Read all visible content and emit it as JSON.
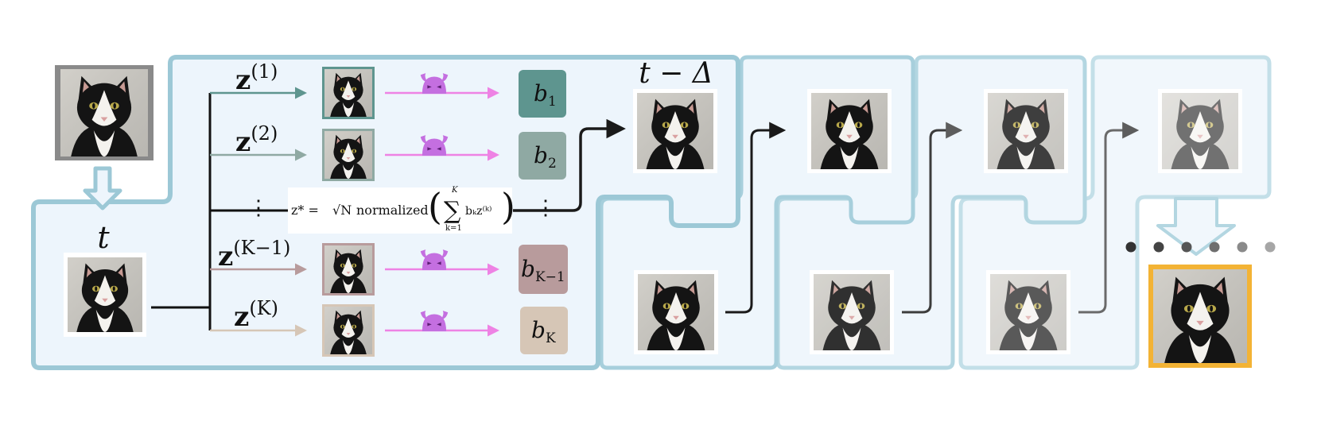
{
  "labels": {
    "t": "t",
    "t_minus_delta": "t − Δ",
    "z_symbol": "z",
    "z_sup_1": "(1)",
    "z_sup_2": "(2)",
    "z_sup_km1": "(K−1)",
    "z_sup_k": "(K)",
    "vdots": "⋮",
    "ellipsis_dots": "● ● ● ● ● ●"
  },
  "boxes": {
    "b1": {
      "base": "b",
      "sub": "1",
      "color": "#5e958f"
    },
    "b2": {
      "base": "b",
      "sub": "2",
      "color": "#8fa9a3"
    },
    "bkm1": {
      "base": "b",
      "sub": "K−1",
      "color": "#b89b9c"
    },
    "bk": {
      "base": "b",
      "sub": "K",
      "color": "#d6c6b6"
    }
  },
  "formula": {
    "lhs": "z* =",
    "sqrt_n": "√N",
    "normalized": "normalized",
    "sum": "∑",
    "sum_upper": "K",
    "sum_lower": "k=1",
    "term": "bₖz⁽ᵏ⁾"
  },
  "colors": {
    "panel_fill": "#edf5fc",
    "panel_stroke_1": "#9cc8d6",
    "panel_stroke_2": "#a7cfdc",
    "panel_stroke_3": "#b3d6e1",
    "panel_stroke_4": "#c3dfe8",
    "arrow_z1": "#5e958f",
    "arrow_z2": "#8fa9a3",
    "arrow_zkm1": "#b89b9c",
    "arrow_zk": "#d6c6b6",
    "pink_arrow": "#ee82e4",
    "devil_purple": "#c46fe0",
    "final_frame": "#f3b335",
    "dark": "#1a1a1a"
  },
  "icons": [
    "cat-photo",
    "devil-emoji",
    "down-arrow",
    "connector-arrow"
  ]
}
